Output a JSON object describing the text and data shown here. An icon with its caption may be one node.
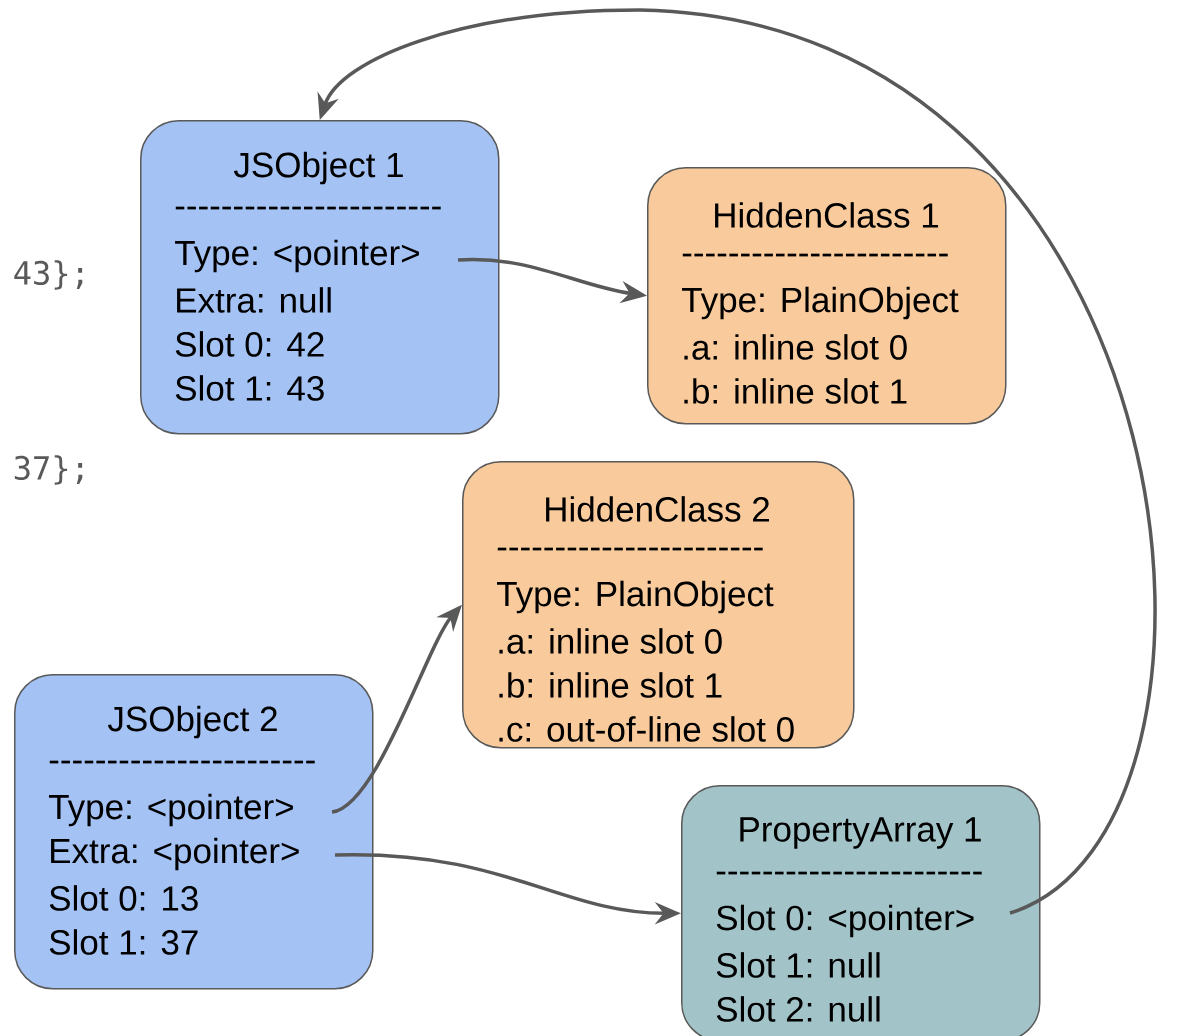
{
  "diagram": {
    "nodes": [
      {
        "text": [
          "JSObject 1",
          "-----------------------",
          "Type: <pointer>",
          "Extra: null",
          "Slot 0: 42",
          "Slot 1: 43"
        ]
      },
      {
        "text": [
          "HiddenClass 1",
          "-----------------------",
          "Type: PlainObject",
          ".a: inline slot 0",
          ".b: inline slot 1"
        ]
      },
      {
        "text": [
          "HiddenClass 2",
          "-----------------------",
          "Type: PlainObject",
          ".a: inline slot 0",
          ".b: inline slot 1",
          ".c: out-of-line slot 0"
        ]
      },
      {
        "text": [
          "JSObject 2",
          "-----------------------",
          "Type: <pointer>",
          "Extra: <pointer>",
          "Slot 0: 13",
          "Slot 1: 37"
        ]
      },
      {
        "text": [
          "PropertyArray 1",
          "-----------------------",
          "Slot 0: <pointer>",
          "Slot 1: null",
          "Slot 2: null"
        ]
      }
    ],
    "edges": [
      {
        "from": 0,
        "to": 1,
        "arrow": "to"
      },
      {
        "from": 3,
        "to": 2,
        "arrow": "to"
      },
      {
        "from": 3,
        "to": 4,
        "arrow": "to"
      },
      {
        "from": 4,
        "to": 0,
        "arrow": "to"
      }
    ],
    "labels": [
      "43};",
      "37};"
    ]
  }
}
